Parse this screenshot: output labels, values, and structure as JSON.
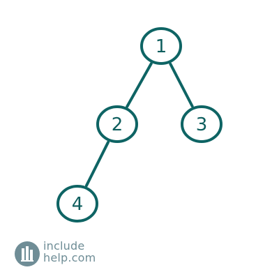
{
  "diagram": {
    "line_color": "#0e6464",
    "node_fill": "#ffffff",
    "nodes": [
      {
        "id": "n1",
        "label": "1"
      },
      {
        "id": "n2",
        "label": "2"
      },
      {
        "id": "n3",
        "label": "3"
      },
      {
        "id": "n4",
        "label": "4"
      }
    ],
    "edges": [
      {
        "from": "n1",
        "to": "n2"
      },
      {
        "from": "n1",
        "to": "n3"
      },
      {
        "from": "n2",
        "to": "n4"
      }
    ]
  },
  "watermark": {
    "line1": "include",
    "line2": "help.com",
    "color": "#6f8d96"
  }
}
